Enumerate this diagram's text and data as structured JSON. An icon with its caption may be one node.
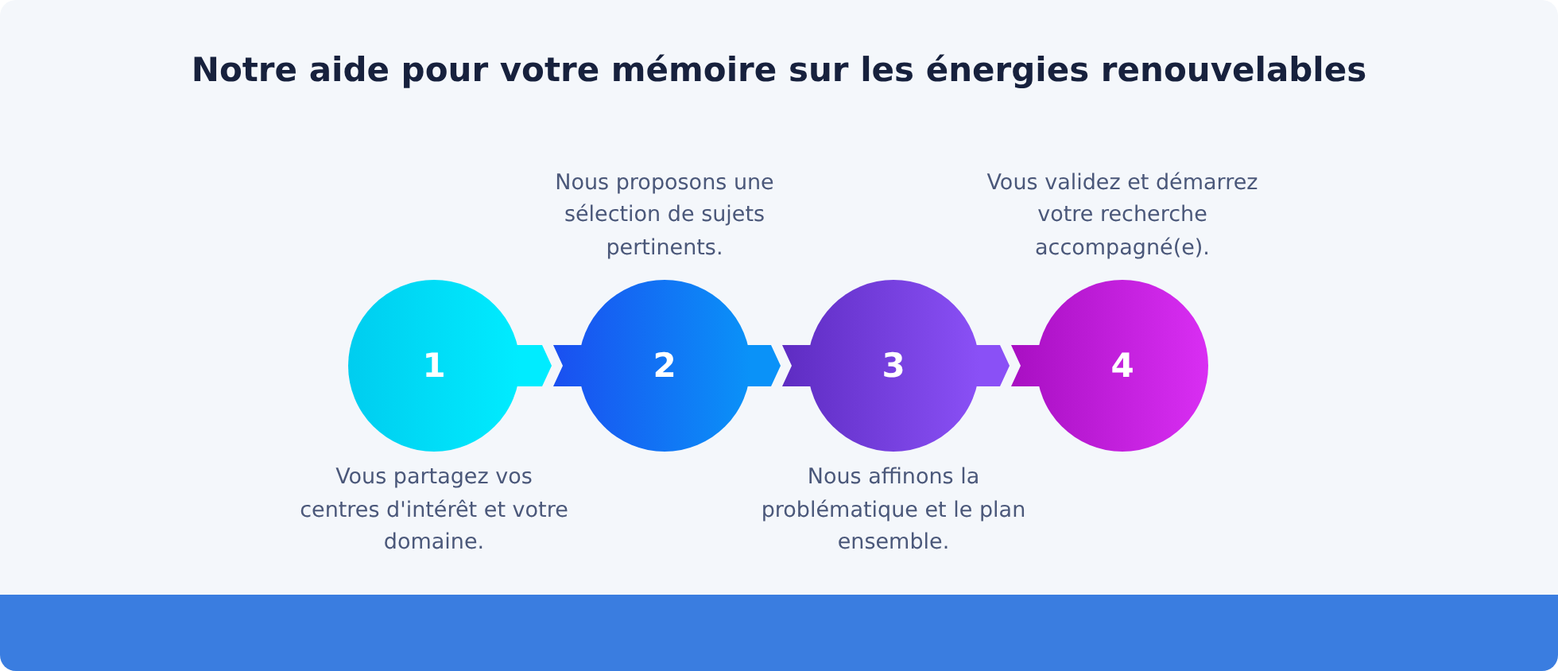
{
  "diagram": {
    "title": "Notre aide pour votre mémoire sur les énergies renouvelables",
    "nodes": [
      {
        "text": [
          "1"
        ],
        "beside": [
          "Vous partagez vos centres d'intérêt et votre domaine."
        ]
      },
      {
        "text": [
          "2"
        ],
        "beside": [
          "Nous proposons une sélection de sujets pertinents."
        ]
      },
      {
        "text": [
          "3"
        ],
        "beside": [
          "Nous affinons la problématique et le plan ensemble."
        ]
      },
      {
        "text": [
          "4"
        ],
        "beside": [
          "Vous validez et démarrez votre recherche accompagné(e)."
        ]
      }
    ],
    "edges": [
      {
        "from": 0,
        "to": 1,
        "arrow": "to",
        "color": "#00ecff"
      },
      {
        "from": 1,
        "to": 2,
        "arrow": "to",
        "color": "#0a92f8"
      },
      {
        "from": 2,
        "to": 3,
        "arrow": "to",
        "color": "#8a50f6"
      }
    ]
  }
}
